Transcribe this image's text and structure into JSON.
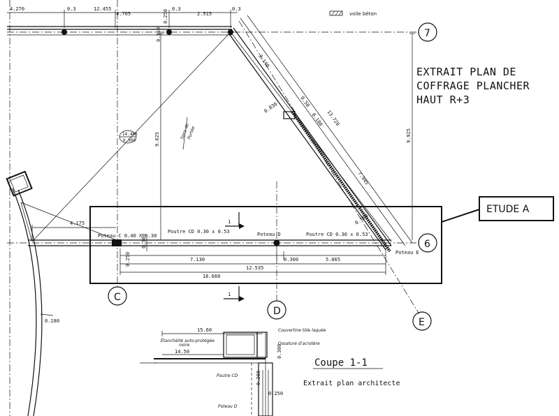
{
  "legend": {
    "label": "voile béton"
  },
  "title": {
    "line1": "EXTRAIT PLAN DE",
    "line2": "COFFRAGE PLANCHER",
    "line3": "HAUT   R+3"
  },
  "callout": {
    "label": "ETUDE A"
  },
  "grid_labels": {
    "seven": "7",
    "six": "6",
    "c": "C",
    "d": "D",
    "e": "E"
  },
  "top_dims": {
    "a": "4.270",
    "b": "0.3",
    "c": "12.455",
    "d": "4.705",
    "e": "0.3",
    "f": "2.515",
    "g": "0.3",
    "h": "0.350",
    "i": "0.250"
  },
  "diag_dims": {
    "a": "3.140",
    "b": "0.50",
    "c": "13.720",
    "d": "0.180",
    "e": "0.830",
    "f": "7.945",
    "g": "0.180"
  },
  "vert_dims": {
    "a": "9.625",
    "b": "9.925"
  },
  "slab_tag": {
    "top": "14.400",
    "bottom": "0.300"
  },
  "span_note": {
    "line1": "Sens de",
    "line2": "Portée"
  },
  "beam_labels": {
    "poteau_c": "Poteau C 0.40 X 0.30",
    "poutre_cd_left": "Poutre CD 0.30 x 0.53",
    "poteau_d": "Poteau D",
    "poutre_cd_right": "Poutre CD 0.30 x 0.53",
    "poteau_e": "Poteau E"
  },
  "lower_dims": {
    "left": "4.175",
    "v1": "0.300",
    "v2": "0.250",
    "a": "7.130",
    "b": "0.300",
    "c": "5.065",
    "d": "12.535",
    "total": "16.660"
  },
  "curve_dim": "0.180",
  "section_marks": {
    "top": "1",
    "bottom": "1"
  },
  "section": {
    "dim_top": "15.60",
    "dim_bottom": "14.50",
    "note_left": "Étanchéité auto-protégée",
    "note_left2": "noire",
    "note_top": "Couvertine tôle laquée",
    "note_mid": "Ossature d'acrotère",
    "beam": "Poutre CD",
    "post": "Poteau D",
    "v_dim1": "0.300",
    "v_dim2": "0.200",
    "v_dim3": "0.250",
    "title": "Coupe 1-1",
    "subtitle": "Extrait plan architecte"
  }
}
